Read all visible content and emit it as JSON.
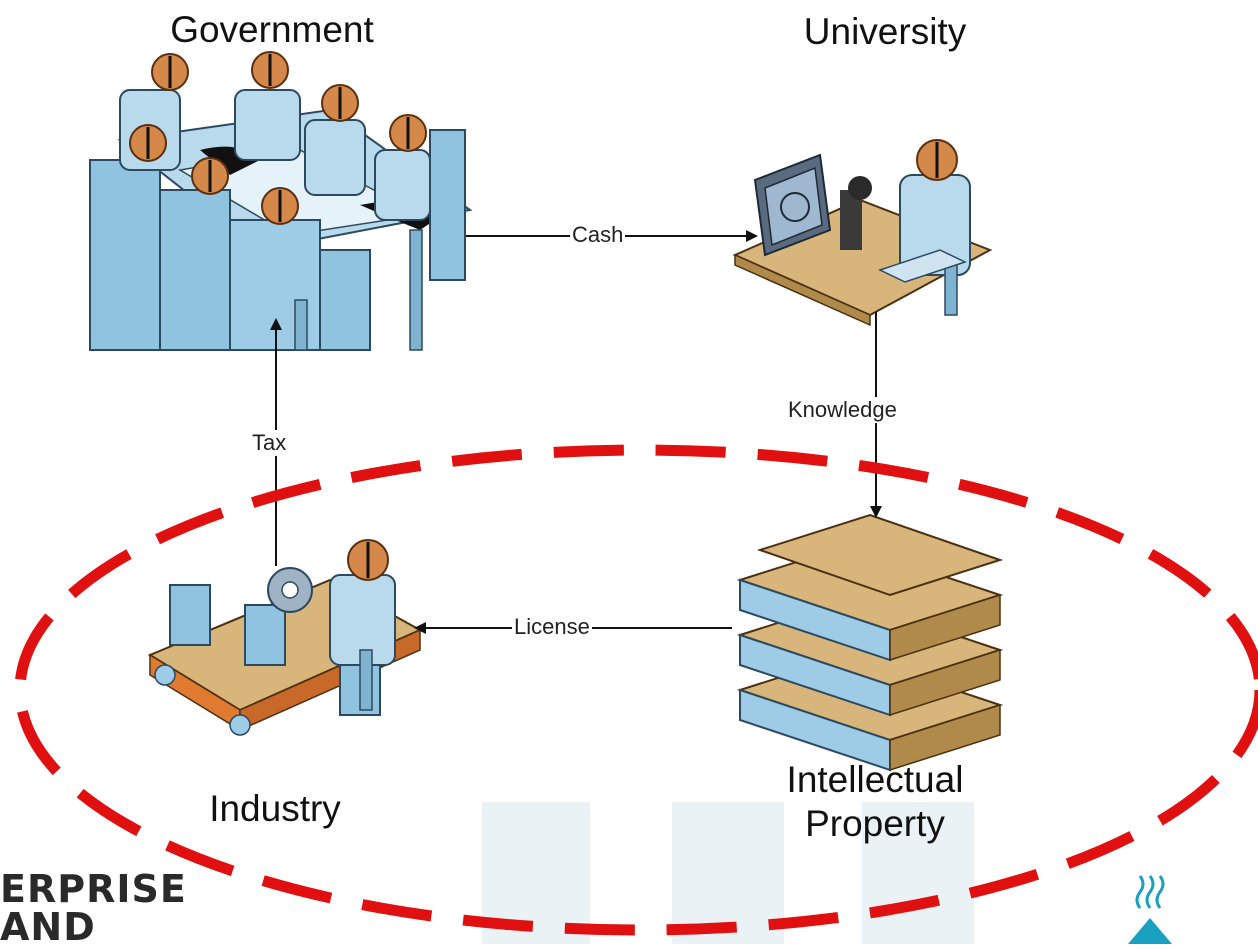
{
  "nodes": {
    "government": "Government",
    "university": "University",
    "industry": "Industry",
    "ip_line1": "Intellectual",
    "ip_line2": "Property"
  },
  "edges": {
    "cash": "Cash",
    "knowledge": "Knowledge",
    "license": "License",
    "tax": "Tax"
  },
  "footer": {
    "logo_line1": "ERPRISE",
    "logo_line2": "AND"
  },
  "colors": {
    "highlight_ellipse": "#e01010",
    "figure_body": "#8fc3e0",
    "figure_head": "#d4884a",
    "desk": "#d8b57a"
  }
}
